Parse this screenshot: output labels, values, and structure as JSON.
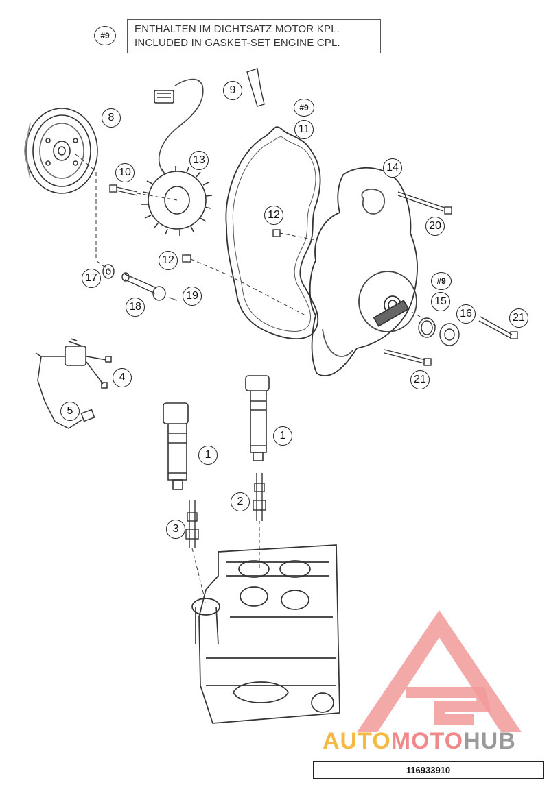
{
  "legend": {
    "marker": "#9",
    "line1": "ENTHALTEN IM DICHTSATZ MOTOR KPL.",
    "line2": "INCLUDED IN GASKET-SET ENGINE CPL."
  },
  "callouts": {
    "c1a": "1",
    "c1b": "1",
    "c2": "2",
    "c3": "3",
    "c4": "4",
    "c5": "5",
    "c8": "8",
    "c9": "9",
    "h9a": "#9",
    "c11": "11",
    "c10": "10",
    "c13": "13",
    "c12a": "12",
    "c12b": "12",
    "c14": "14",
    "c20": "20",
    "h9b": "#9",
    "c15": "15",
    "c16": "16",
    "c21a": "21",
    "c21b": "21",
    "c17": "17",
    "c18": "18",
    "c19": "19"
  },
  "watermark": {
    "part1": "AUTO",
    "part2": "MOTO",
    "part3": "HUB",
    "colors": {
      "auto": "#f4b942",
      "moto": "#f08a8a",
      "hub": "#9a9a9a",
      "logo": "#f29a9a"
    }
  },
  "part_number": "116933910"
}
